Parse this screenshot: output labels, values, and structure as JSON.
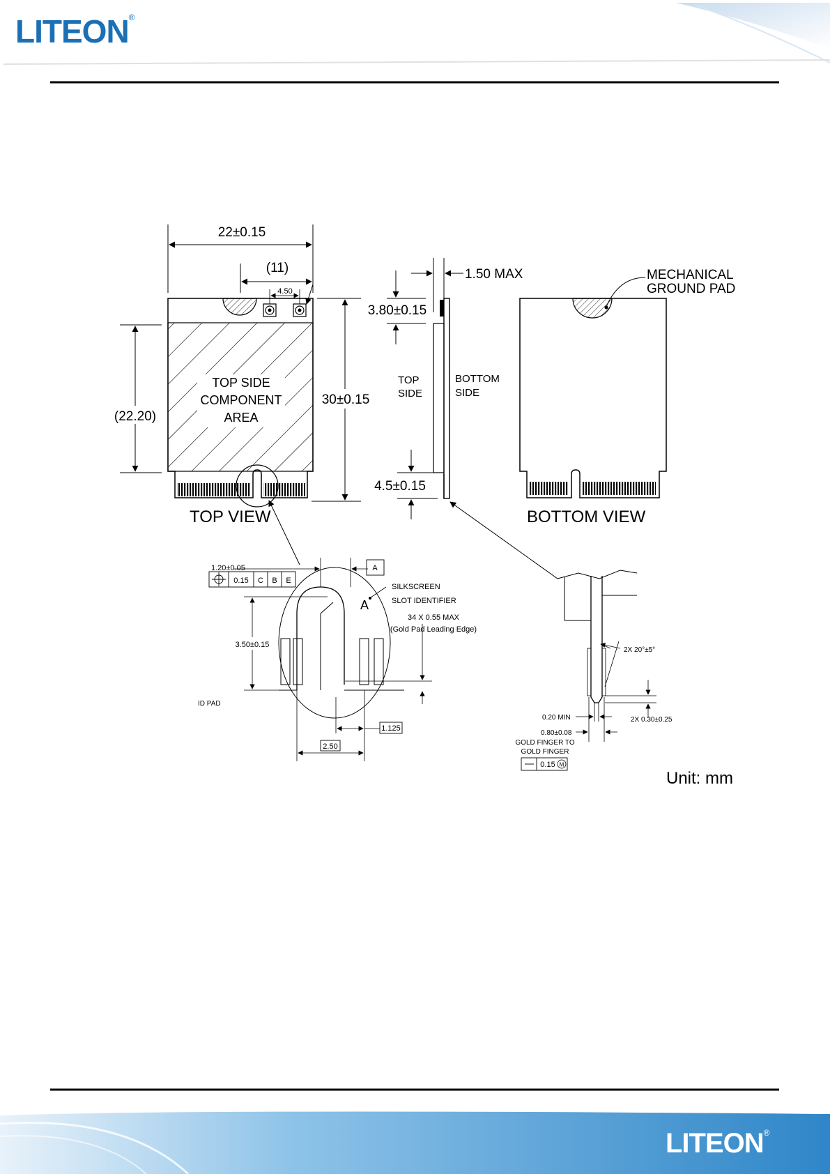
{
  "header": {
    "brand": "LITEON"
  },
  "footer": {
    "brand": "LITEON"
  },
  "drawing": {
    "dim_width": "22±0.15",
    "dim_eleven": "(11)",
    "dim_four_fifty": "4.50",
    "dim_height": "30±0.15",
    "dim_component_height": "(22.20)",
    "component_area_line1": "TOP SIDE",
    "component_area_line2": "COMPONENT",
    "component_area_line3": "AREA",
    "top_view_label": "TOP VIEW",
    "bottom_view_label": "BOTTOM VIEW",
    "dim_thickness": "1.50 MAX",
    "dim_three_eighty": "3.80±0.15",
    "dim_four_five": "4.5±0.15",
    "side_top_line1": "TOP",
    "side_top_line2": "SIDE",
    "side_bottom_line1": "BOTTOM",
    "side_bottom_line2": "SIDE",
    "ground_pad_line1": "MECHANICAL",
    "ground_pad_line2": "GROUND PAD",
    "detail_one_twenty": "1.20±0.05",
    "tol_position": "0.15",
    "tol_datum_c": "C",
    "tol_datum_b": "B",
    "tol_datum_e": "E",
    "datum_a": "A",
    "detail_a_marker": "A",
    "silkscreen_line1": "SILKSCREEN",
    "silkscreen_line2": "SLOT IDENTIFIER",
    "gold_pad_line1": "34 X 0.55 MAX",
    "gold_pad_line2": "(Gold Pad Leading Edge)",
    "detail_three_fifty": "3.50±0.15",
    "detail_partial": "ID PAD",
    "detail_one_one_two_five": "1.125",
    "detail_two_fifty": "2.50",
    "edge_angle": "2X 20°±5°",
    "edge_min": "0.20 MIN",
    "edge_chamfer": "2X 0.30±0.25",
    "edge_eighty": "0.80±0.08",
    "gold_finger_line1": "GOLD FINGER TO",
    "gold_finger_line2": "GOLD FINGER",
    "flatness": "0.15",
    "unit": "Unit: mm"
  },
  "colors": {
    "brand_blue": "#1a6fb5",
    "line": "#000000"
  }
}
